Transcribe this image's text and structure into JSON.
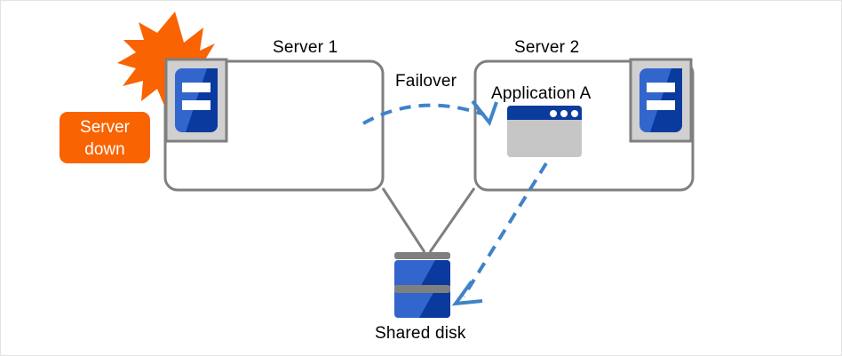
{
  "diagram": {
    "title_server1": "Server 1",
    "title_server2": "Server 2",
    "failover_label": "Failover",
    "application_label": "Application A",
    "shared_disk_label": "Shared disk",
    "status_badge": {
      "line1": "Server",
      "line2": "down"
    },
    "colors": {
      "alert_orange": "#f96302",
      "box_outline_grey": "#7f7f7f",
      "server_icon_frame": "#d0d0d0",
      "server_icon_blue_light": "#3366cc",
      "server_icon_blue_dark": "#0b3a9e",
      "window_titlebar_navy": "#0c3b9e",
      "window_body_grey": "#c6c6c6",
      "arrow_blue": "#3f83c8",
      "disk_blue_light": "#3366cc",
      "disk_blue_dark": "#0b3a9e",
      "disk_separator_grey": "#7f7f7f",
      "page_border": "#e3e3e3",
      "text_black": "#000000",
      "text_white": "#ffffff"
    },
    "icons": {
      "server_rack_1": "server-rack-icon",
      "server_rack_2": "server-rack-icon",
      "burst": "lightning-burst-icon",
      "app_window": "application-window-icon",
      "shared_disk": "disk-stack-icon",
      "failover_arrow": "dashed-curved-arrow-icon",
      "disk_access_arrow": "dashed-straight-arrow-icon"
    }
  }
}
